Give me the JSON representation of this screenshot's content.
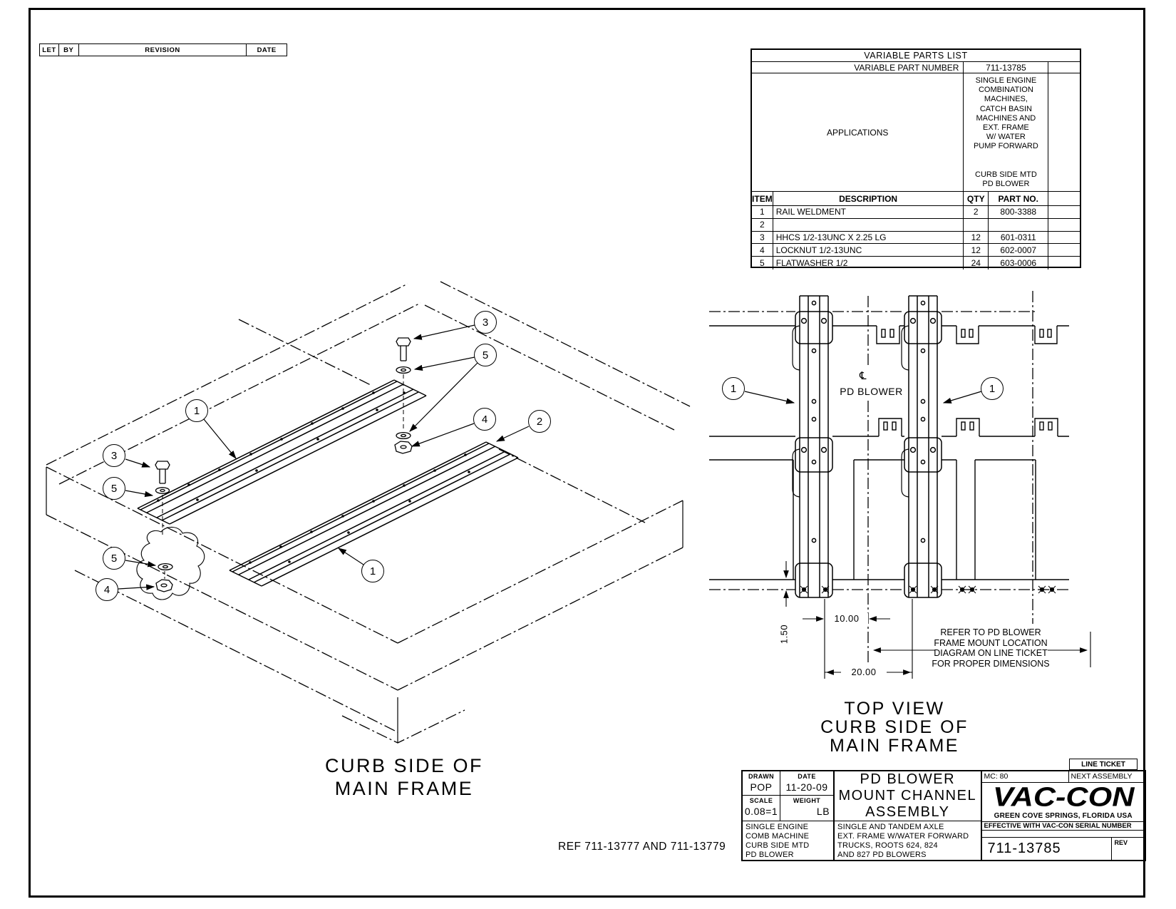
{
  "revision_table": {
    "col1": "LET",
    "col2": "BY",
    "col3": "REVISION",
    "col4": "DATE"
  },
  "parts_list": {
    "title": "VARIABLE PARTS LIST",
    "part_number_label": "VARIABLE PART NUMBER",
    "part_number": "711-13785",
    "applications_label": "APPLICATIONS",
    "applications_lines": [
      "SINGLE ENGINE",
      "COMBINATION",
      "MACHINES,",
      "CATCH BASIN",
      "MACHINES AND",
      "EXT. FRAME",
      "W/ WATER",
      "PUMP FORWARD"
    ],
    "applications_lines2": [
      "CURB SIDE MTD",
      "PD BLOWER"
    ],
    "col_item": "ITEM",
    "col_description": "DESCRIPTION",
    "col_qty": "QTY",
    "col_part": "PART NO.",
    "rows": [
      {
        "item": "1",
        "description": "RAIL WELDMENT",
        "qty": "2",
        "part_no": "800-3388"
      },
      {
        "item": "2",
        "description": "",
        "qty": "",
        "part_no": ""
      },
      {
        "item": "3",
        "description": "HHCS 1/2-13UNC X 2.25 LG",
        "qty": "12",
        "part_no": "601-0311"
      },
      {
        "item": "4",
        "description": "LOCKNUT 1/2-13UNC",
        "qty": "12",
        "part_no": "602-0007"
      },
      {
        "item": "5",
        "description": "FLATWASHER 1/2",
        "qty": "24",
        "part_no": "603-0006"
      }
    ]
  },
  "iso_view": {
    "caption_lines": [
      "CURB SIDE OF",
      "MAIN FRAME"
    ],
    "balloons": [
      "1",
      "3",
      "5",
      "5",
      "4",
      "3",
      "5",
      "4",
      "2",
      "1"
    ]
  },
  "top_view": {
    "balloons": [
      "1",
      "1"
    ],
    "centerline_symbol": "℄",
    "centerline_label": "PD BLOWER",
    "dim_vertical": "1.50",
    "dim_inner": "10.00",
    "dim_outer": "20.00",
    "note_lines": [
      "REFER TO PD BLOWER",
      "FRAME MOUNT LOCATION",
      "DIAGRAM ON LINE TICKET",
      "FOR PROPER DIMENSIONS"
    ],
    "caption_lines": [
      "TOP VIEW",
      "CURB SIDE OF",
      "MAIN FRAME"
    ]
  },
  "ref_note": "REF 711-13777 AND 711-13779",
  "title_block": {
    "drawn_label": "DRAWN",
    "drawn_value": "POP",
    "date_label": "DATE",
    "date_value": "11-20-09",
    "scale_label": "SCALE",
    "scale_value": "0.08=1",
    "weight_label": "WEIGHT",
    "weight_value": "LB",
    "title_lines": [
      "PD BLOWER",
      "MOUNT CHANNEL",
      "ASSEMBLY"
    ],
    "left_note_lines": [
      "SINGLE ENGINE",
      "COMB MACHINE",
      "CURB SIDE MTD",
      "PD BLOWER"
    ],
    "middle_note_lines": [
      "SINGLE AND TANDEM AXLE",
      "EXT. FRAME W/WATER FORWARD",
      "TRUCKS, ROOTS 624, 824",
      "AND 827 PD BLOWERS"
    ],
    "mc_label": "MC: 80",
    "line_ticket_label": "LINE TICKET",
    "next_assembly_label": "NEXT ASSEMBLY",
    "logo_text": "VAC-CON",
    "logo_subtext": "GREEN COVE SPRINGS, FLORIDA USA",
    "effective_text": "EFFECTIVE WITH VAC-CON SERIAL NUMBER",
    "drawing_number": "711-13785",
    "rev_label": "REV"
  },
  "colors": {
    "ink": "#000000",
    "paper": "#ffffff"
  }
}
